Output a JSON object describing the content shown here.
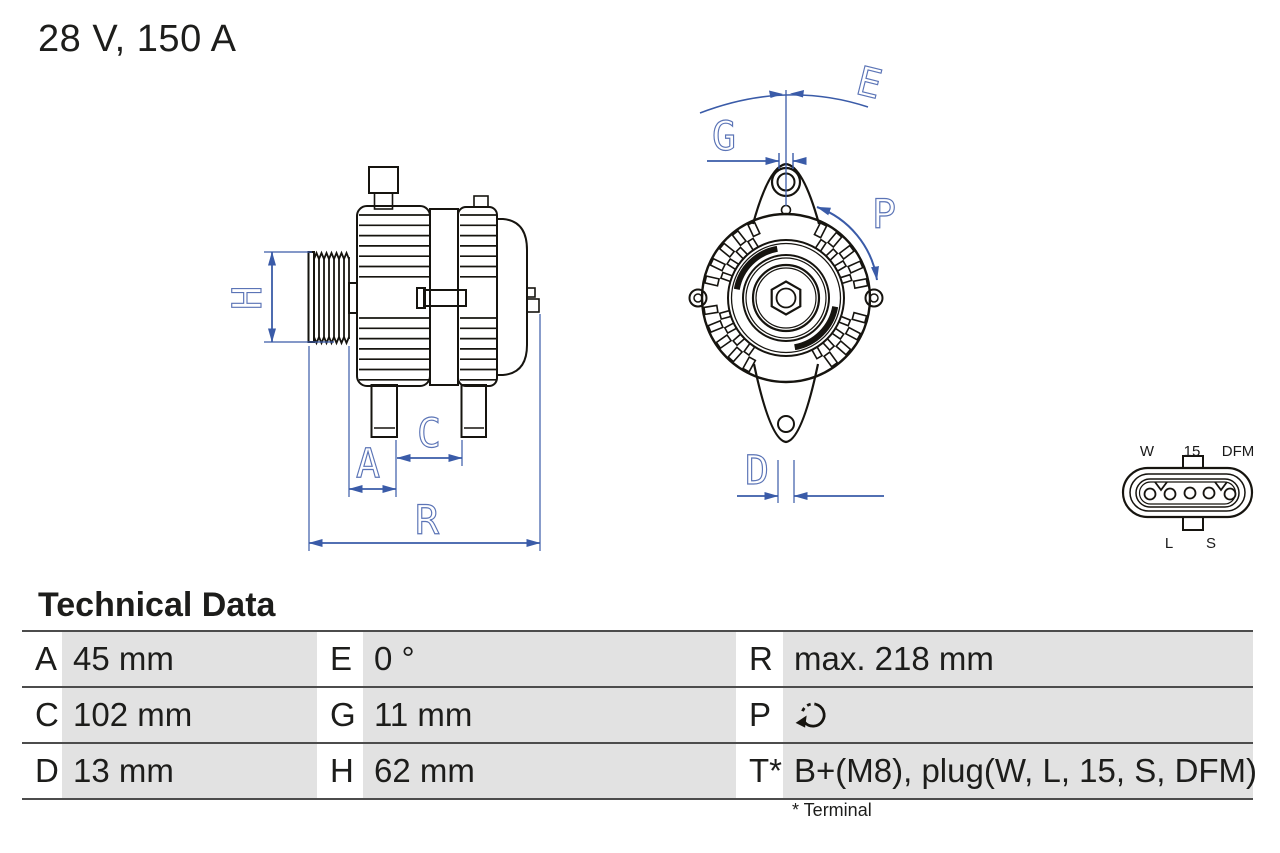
{
  "title": "28 V, 150 A",
  "colors": {
    "dimension_blue": "#3A5BA8",
    "label_blue": "#5B74B6",
    "drawing_black": "#16140f",
    "table_row_gray": "#E2E2E2",
    "table_line_gray": "#4C4C4C"
  },
  "diagram": {
    "side_view": {
      "labels": {
        "H": "H",
        "A": "A",
        "C": "C",
        "R": "R"
      }
    },
    "front_view": {
      "labels": {
        "E": "E",
        "G": "G",
        "P": "P",
        "D": "D"
      }
    },
    "connector": {
      "top_labels": [
        "W",
        "15",
        "DFM"
      ],
      "bottom_labels": [
        "L",
        "S"
      ],
      "pin_count": 5
    }
  },
  "technical_data": {
    "heading": "Technical Data",
    "footnote": "* Terminal",
    "rows": [
      [
        {
          "label": "A",
          "value": "45 mm"
        },
        {
          "label": "E",
          "value": "0 °"
        },
        {
          "label": "R",
          "value": "max. 218 mm"
        }
      ],
      [
        {
          "label": "C",
          "value": "102 mm"
        },
        {
          "label": "G",
          "value": "11 mm"
        },
        {
          "label": "P",
          "value": "",
          "icon": "rotation-direction-icon"
        }
      ],
      [
        {
          "label": "D",
          "value": "13 mm"
        },
        {
          "label": "H",
          "value": "62 mm"
        },
        {
          "label": "T*",
          "value": "B+(M8), plug(W, L, 15, S, DFM)"
        }
      ]
    ]
  }
}
